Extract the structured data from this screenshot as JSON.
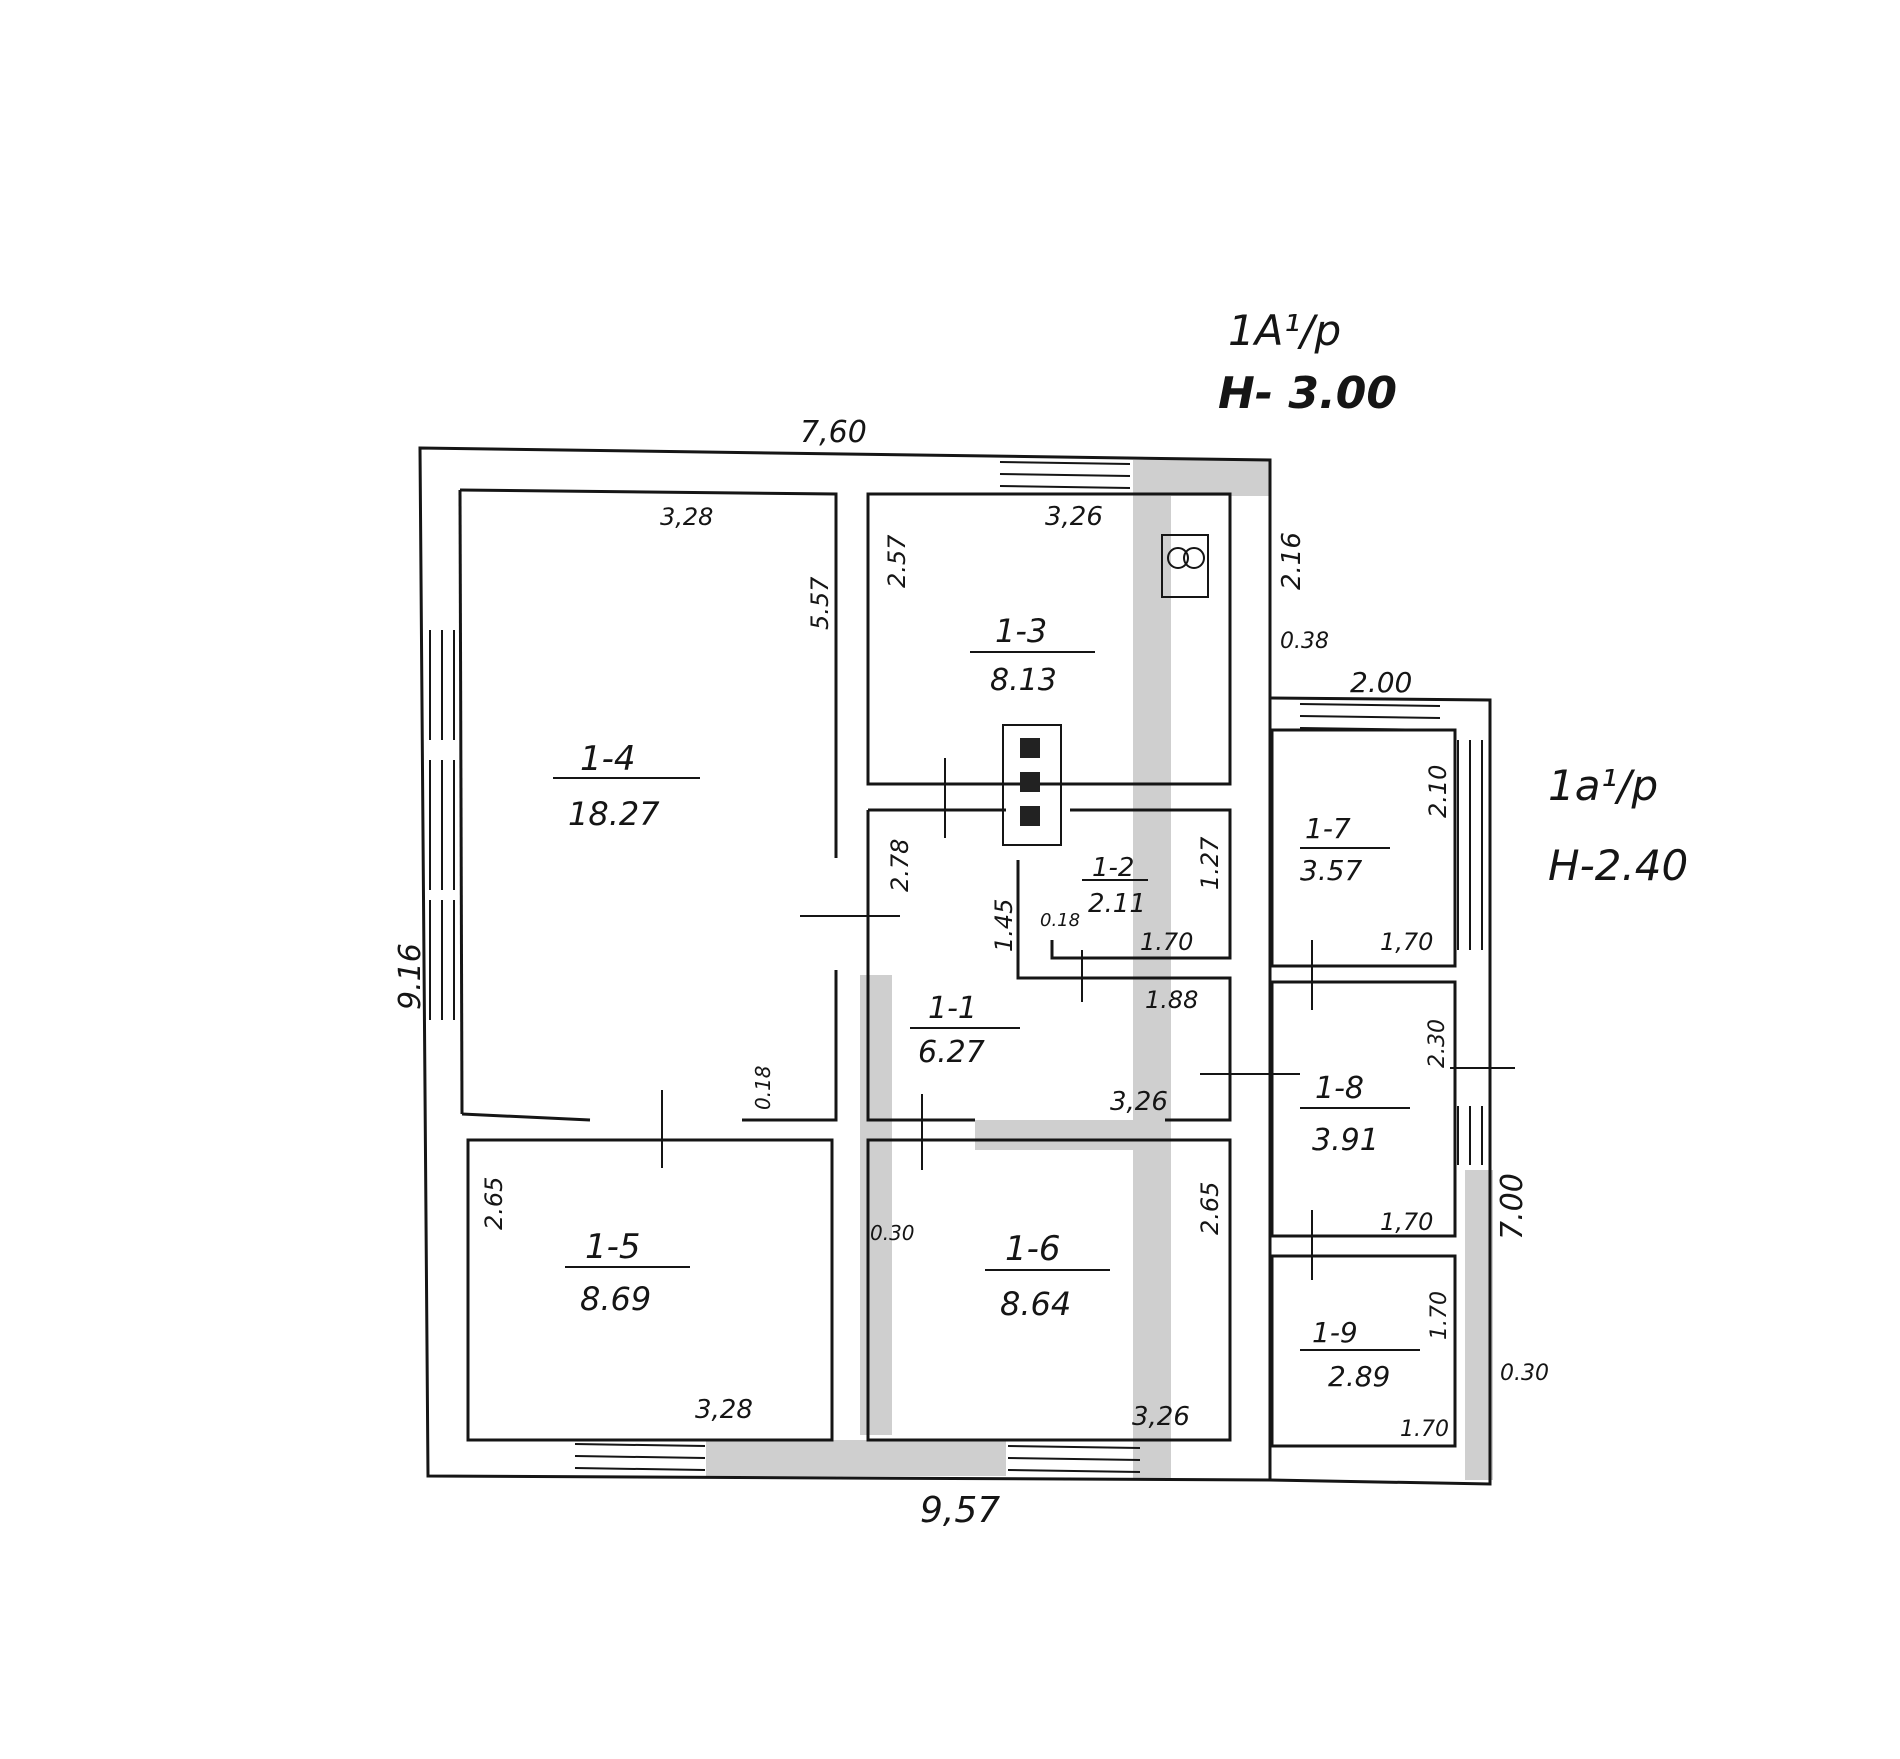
{
  "headings": {
    "main_block": {
      "label": "1А¹/р",
      "height": "Н- 3.00"
    },
    "annex_block": {
      "label": "1а¹/р",
      "height": "Н-2.40"
    }
  },
  "overall_dims": {
    "top": "7,60",
    "left": "9.16",
    "bottom": "9,57",
    "right_upper": "2.16",
    "right_lower": "7.00",
    "annex_top": "2.00"
  },
  "rooms": [
    {
      "id": "1-4",
      "area": "18.27"
    },
    {
      "id": "1-3",
      "area": "8.13"
    },
    {
      "id": "1-2",
      "area": "2.11"
    },
    {
      "id": "1-1",
      "area": "6.27"
    },
    {
      "id": "1-5",
      "area": "8.69"
    },
    {
      "id": "1-6",
      "area": "8.64"
    },
    {
      "id": "1-7",
      "area": "3.57"
    },
    {
      "id": "1-8",
      "area": "3.91"
    },
    {
      "id": "1-9",
      "area": "2.89"
    }
  ],
  "inner_dims": {
    "r14_top": "3,28",
    "r14_right": "5.57",
    "r14_bottom_wall": "0.18",
    "r13_top": "3,26",
    "r13_left": "2.57",
    "wall_038": "0.38",
    "r11_left": "2.78",
    "r11_mid": "1.45",
    "r12_right": "1.27",
    "r12_wall": "0.18",
    "r12_bottom": "1.70",
    "r11_top": "1.88",
    "r11_bottom": "3,26",
    "r15_left": "2.65",
    "r15_bottom": "3,28",
    "wall_030": "0.30",
    "r16_right": "2.65",
    "r16_bottom": "3,26",
    "r17_right": "2.10",
    "r17_bottom": "1,70",
    "r18_right": "2.30",
    "r18_bottom": "1,70",
    "r19_right": "1.70",
    "r19_bottom": "1.70",
    "wall_030_b": "0.30"
  }
}
